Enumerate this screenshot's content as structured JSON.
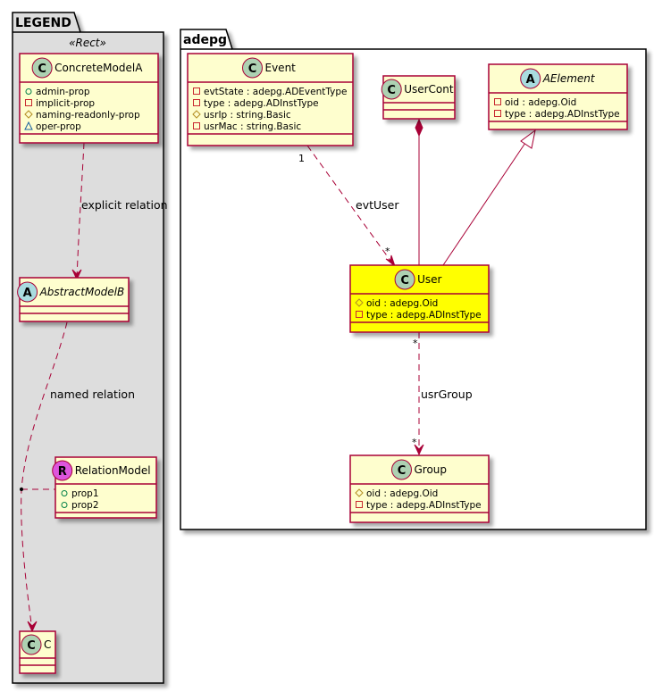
{
  "colors": {
    "class_fill": "#FEFECE",
    "class_border": "#A80036",
    "highlight_fill": "#FFFF00",
    "legend_fill": "#DDDDDD",
    "class_circle": "#ADD1B2",
    "abstract_circle": "#A9DCDF",
    "relation_circle": "#DD55DD",
    "edge": "#A80036"
  },
  "legend": {
    "package_name": "LEGEND",
    "stereotype": "«Rect»",
    "classes": {
      "concrete": {
        "kind": "C",
        "name": "ConcreteModelA",
        "attributes": [
          {
            "vis": "public",
            "text": "admin-prop"
          },
          {
            "vis": "private",
            "text": "implicit-prop"
          },
          {
            "vis": "protected",
            "text": "naming-readonly-prop"
          },
          {
            "vis": "package",
            "text": "oper-prop"
          }
        ]
      },
      "abstract": {
        "kind": "A",
        "name": "AbstractModelB",
        "attributes": []
      },
      "relation": {
        "kind": "R",
        "name": "RelationModel",
        "attributes": [
          {
            "vis": "public",
            "text": "prop1"
          },
          {
            "vis": "public",
            "text": "prop2"
          }
        ]
      },
      "c": {
        "kind": "C",
        "name": "C",
        "attributes": []
      }
    },
    "edges": {
      "explicit": {
        "label": "explicit relation"
      },
      "named": {
        "label": "named relation"
      }
    }
  },
  "adepg": {
    "package_name": "adepg",
    "classes": {
      "event": {
        "kind": "C",
        "name": "Event",
        "attributes": [
          {
            "vis": "private",
            "text": "evtState : adepg.ADEventType"
          },
          {
            "vis": "private",
            "text": "type : adepg.ADInstType"
          },
          {
            "vis": "protected",
            "text": "usrIp : string.Basic"
          },
          {
            "vis": "private",
            "text": "usrMac : string.Basic"
          }
        ]
      },
      "usercont": {
        "kind": "C",
        "name": "UserCont",
        "attributes": []
      },
      "aelement": {
        "kind": "A",
        "name": "AElement",
        "attributes": [
          {
            "vis": "private",
            "text": "oid : adepg.Oid"
          },
          {
            "vis": "private",
            "text": "type : adepg.ADInstType"
          }
        ]
      },
      "user": {
        "kind": "C",
        "name": "User",
        "attributes": [
          {
            "vis": "protected",
            "text": "oid : adepg.Oid"
          },
          {
            "vis": "private",
            "text": "type : adepg.ADInstType"
          }
        ]
      },
      "group": {
        "kind": "C",
        "name": "Group",
        "attributes": [
          {
            "vis": "protected",
            "text": "oid : adepg.Oid"
          },
          {
            "vis": "private",
            "text": "type : adepg.ADInstType"
          }
        ]
      }
    },
    "edges": {
      "evtUser": {
        "label": "evtUser",
        "from_mult": "1",
        "to_mult": "*"
      },
      "usrGroup": {
        "label": "usrGroup",
        "from_mult": "*",
        "to_mult": "*"
      },
      "composition": {
        "type": "composition"
      },
      "generalization": {
        "type": "generalization"
      }
    }
  }
}
